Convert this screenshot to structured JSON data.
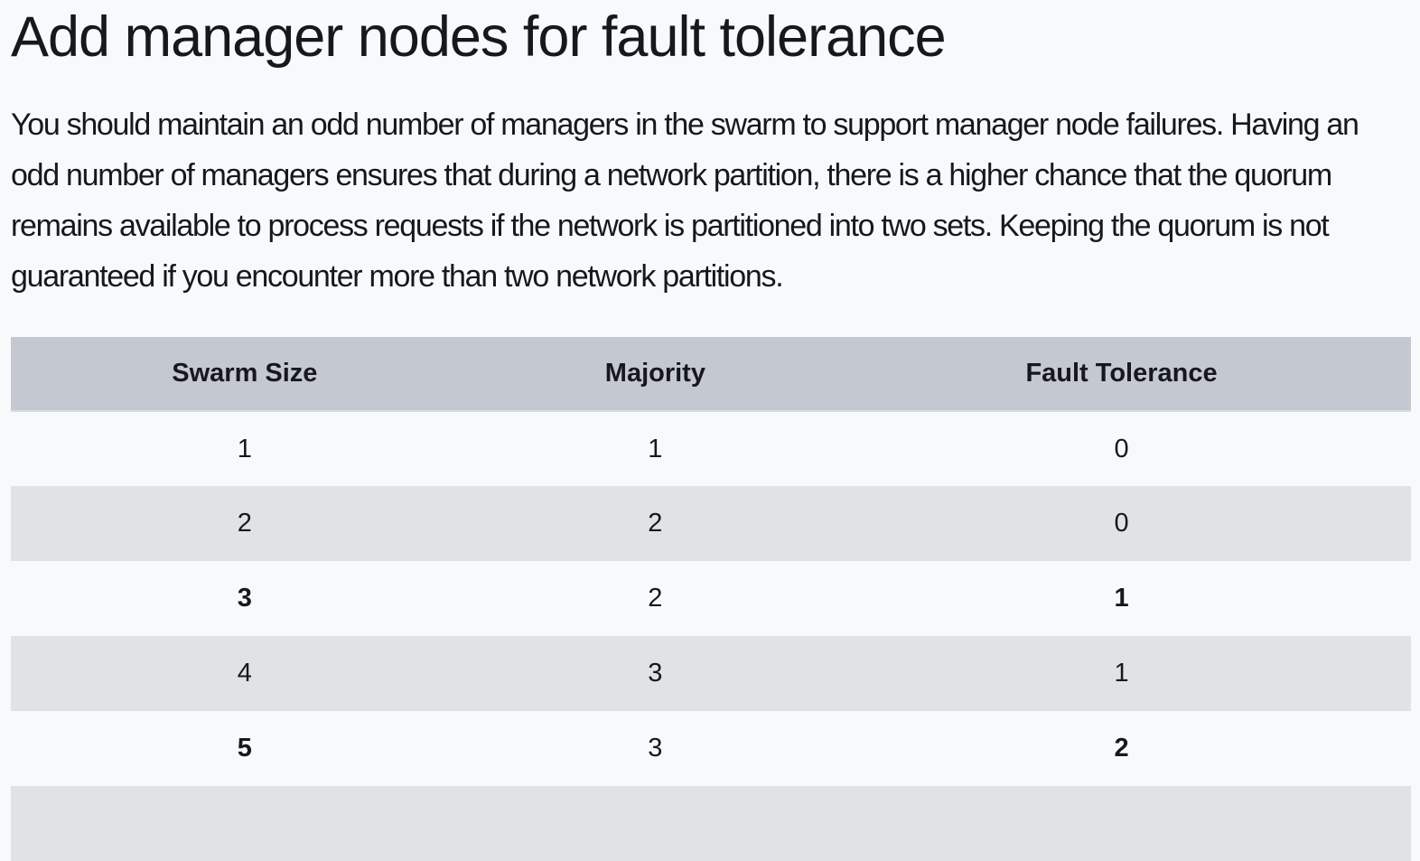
{
  "page": {
    "background": "#f8f9fa",
    "text_color": "#16181d"
  },
  "heading": "Add manager nodes for fault tolerance",
  "paragraph": {
    "lines": [
      "You should maintain an odd number of managers in the swarm to support manager node failures. Having an",
      "odd number of managers ensures that during a network partition, there is a higher chance that the quorum",
      "remains available to process requests if the network is partitioned into two sets. Keeping the quorum is not",
      "guaranteed if you encounter more than two network partitions."
    ]
  },
  "table": {
    "header_bg": "#c4c8d0",
    "alt_row_bg": "#e0e2e6",
    "column_widths_percent": [
      33.4,
      25.25,
      41.35
    ],
    "columns": [
      "Swarm Size",
      "Majority",
      "Fault Tolerance"
    ],
    "rows": [
      {
        "cells": [
          "1",
          "1",
          "0"
        ],
        "bold": [
          false,
          false,
          false
        ]
      },
      {
        "cells": [
          "2",
          "2",
          "0"
        ],
        "bold": [
          false,
          false,
          false
        ]
      },
      {
        "cells": [
          "3",
          "2",
          "1"
        ],
        "bold": [
          true,
          false,
          true
        ]
      },
      {
        "cells": [
          "4",
          "3",
          "1"
        ],
        "bold": [
          false,
          false,
          false
        ]
      },
      {
        "cells": [
          "5",
          "3",
          "2"
        ],
        "bold": [
          true,
          false,
          true
        ]
      },
      {
        "cells": [
          "",
          "",
          ""
        ],
        "bold": [
          false,
          false,
          false
        ],
        "partial": true
      }
    ]
  }
}
